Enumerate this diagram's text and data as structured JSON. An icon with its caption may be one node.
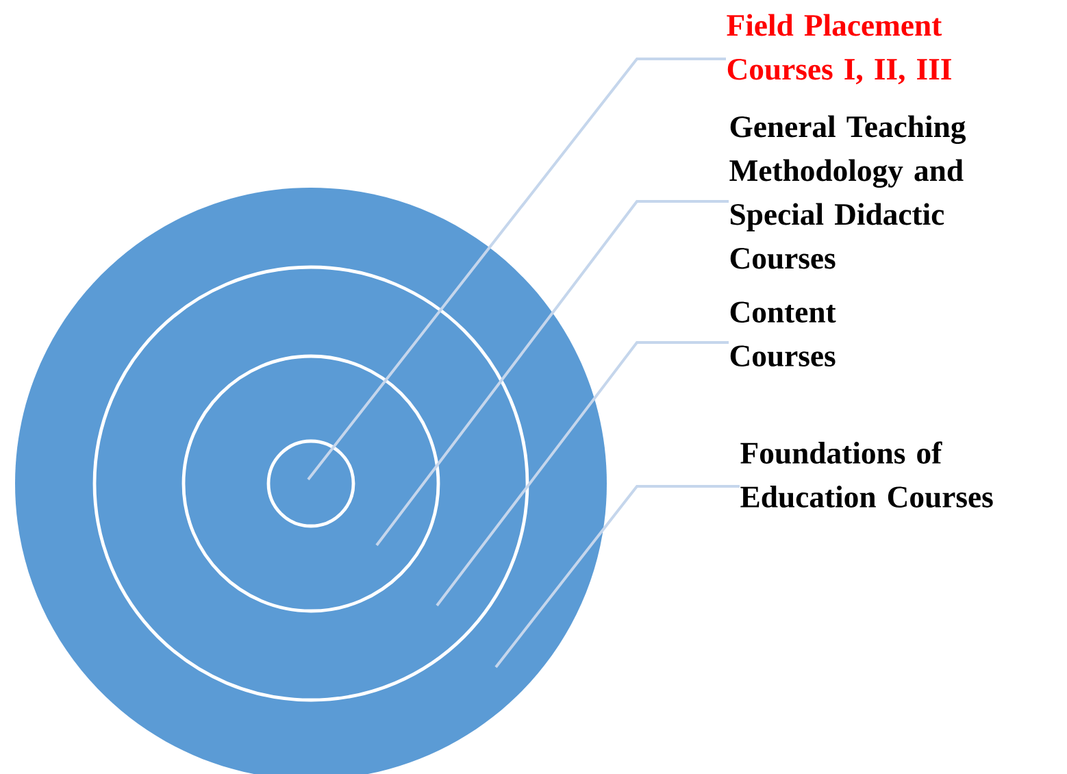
{
  "diagram": {
    "nodes": [
      {
        "text": [],
        "shape": "circle"
      },
      {
        "text": [],
        "shape": "circle",
        "in": 0
      },
      {
        "text": [],
        "shape": "circle",
        "in": 1
      },
      {
        "text": [],
        "shape": "circle",
        "in": 2
      },
      {
        "text": [
          "Field Placement Courses I, II, III"
        ]
      },
      {
        "text": [
          "General Teaching Methodology and Special Didactic Courses"
        ]
      },
      {
        "text": [
          "Content Courses"
        ]
      },
      {
        "text": [
          "Foundations of Education Courses"
        ]
      }
    ],
    "edges": [
      {
        "from": 4,
        "to": 3,
        "arrow": "none"
      },
      {
        "from": 5,
        "to": 2,
        "arrow": "none"
      },
      {
        "from": 6,
        "to": 1,
        "arrow": "none"
      },
      {
        "from": 7,
        "to": 0,
        "arrow": "none"
      }
    ]
  }
}
